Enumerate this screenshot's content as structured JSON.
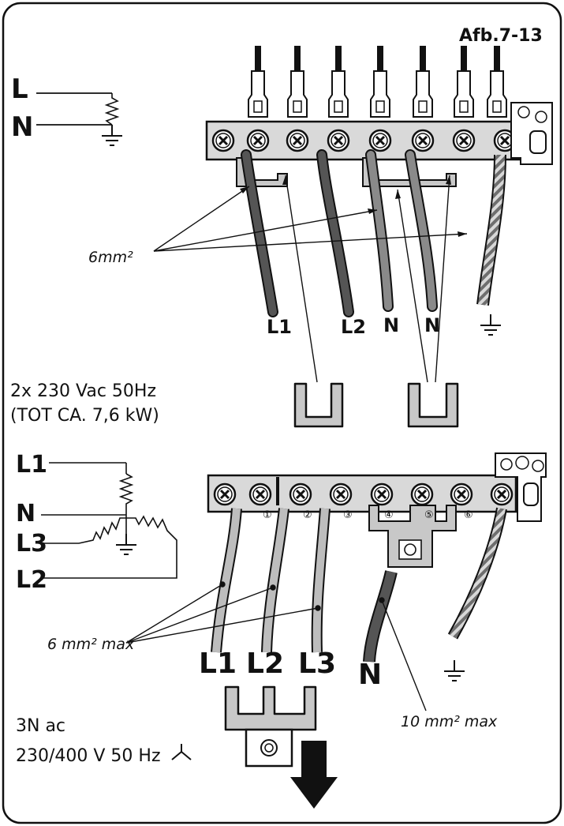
{
  "figure_label": "Afb.7-13",
  "top": {
    "schematic": {
      "L": "L",
      "N": "N"
    },
    "wire_size": "6mm²",
    "wire_labels": [
      "L1",
      "L2",
      "N",
      "N"
    ],
    "supply_line1": "2x 230 Vac 50Hz",
    "supply_line2": "(TOT CA. 7,6 kW)"
  },
  "bottom": {
    "schematic": {
      "L1": "L1",
      "N": "N",
      "L3": "L3",
      "L2": "L2"
    },
    "terminal_numbers": [
      "①",
      "②",
      "③",
      "④",
      "⑤",
      "⑥"
    ],
    "wire_size_phase": "6 mm² max",
    "wire_size_neutral": "10 mm² max",
    "wire_labels": [
      "L1",
      "L2",
      "L3",
      "N"
    ],
    "supply_line1": "3N ac",
    "supply_line2": "230/400 V 50 Hz"
  },
  "colors": {
    "wire_dark": "#555555",
    "wire_mid": "#8a8a8a",
    "wire_light": "#bdbdbd",
    "bracket": "#c8c8c8",
    "block": "#d9d9d9",
    "ink": "#111111"
  },
  "icons": [
    "ground-symbol",
    "star-connection-symbol",
    "down-arrow",
    "screw-terminal"
  ]
}
